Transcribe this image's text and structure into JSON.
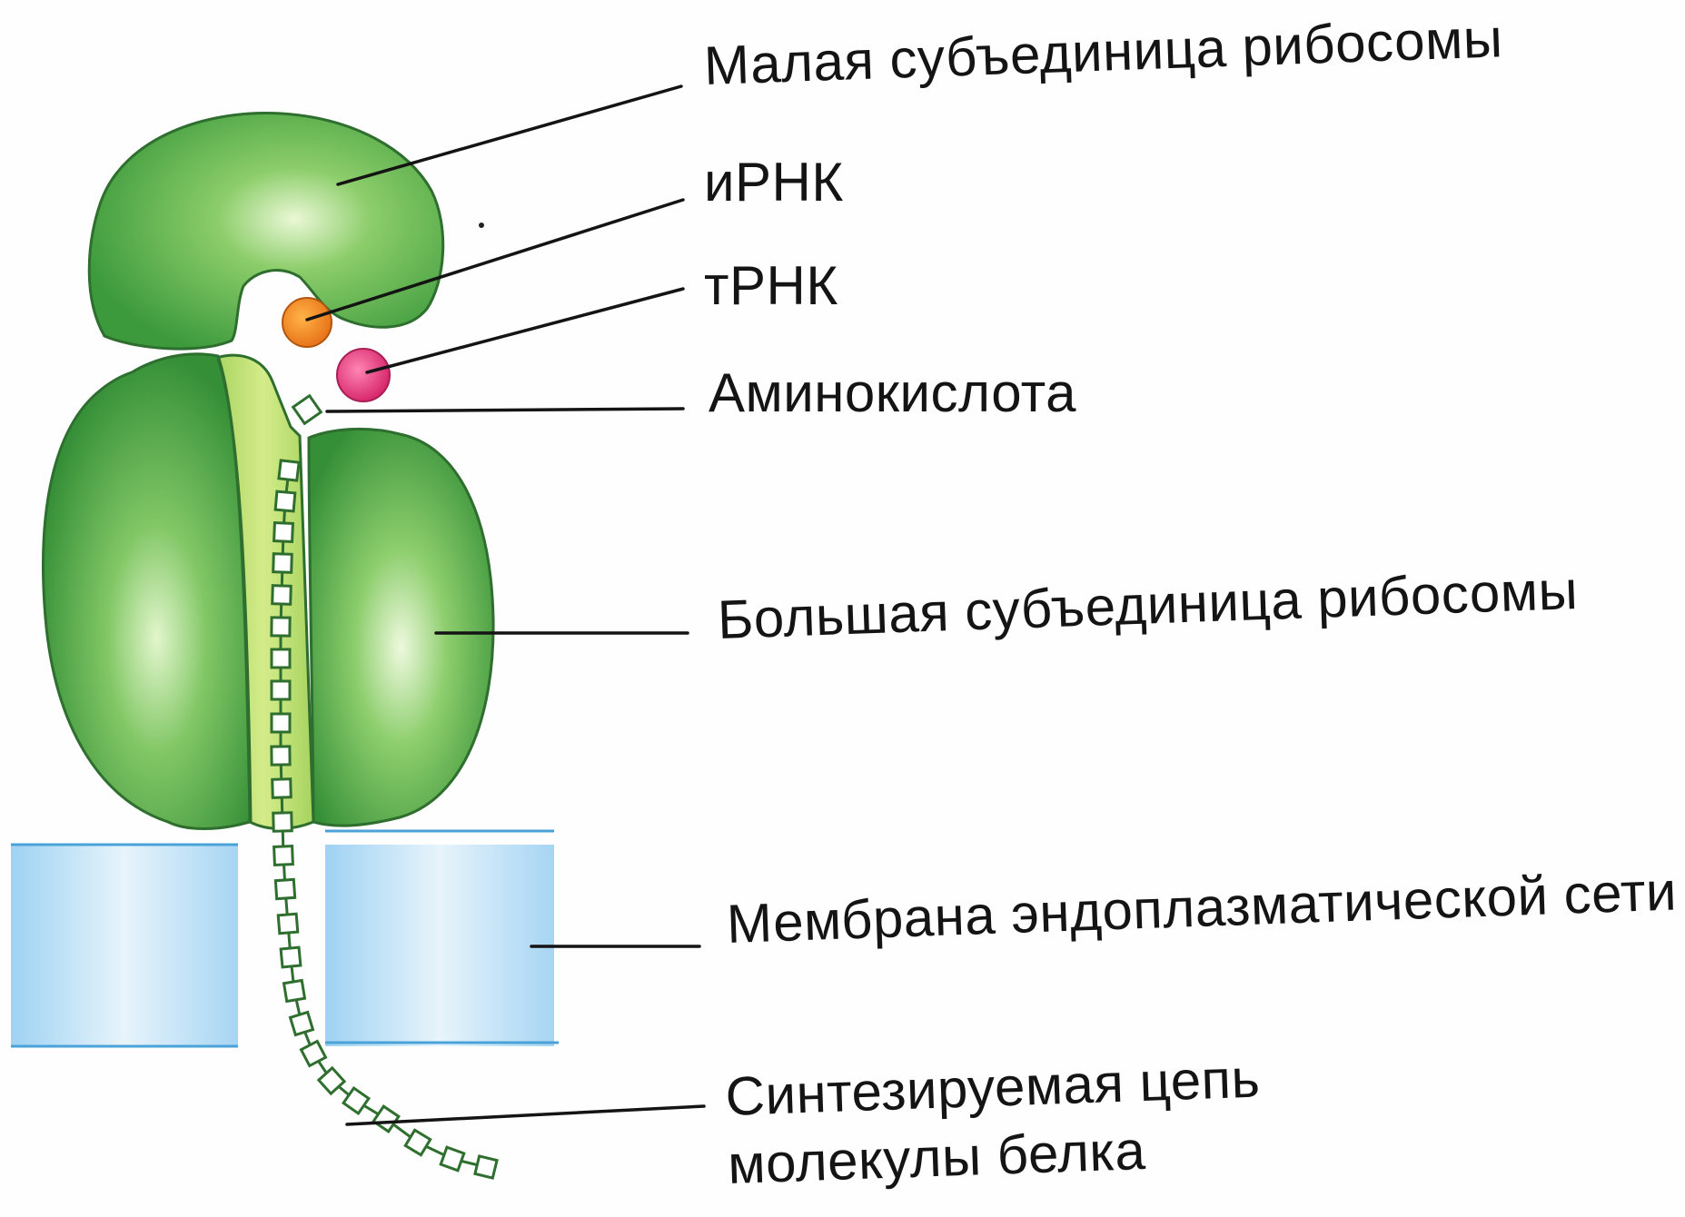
{
  "labels": {
    "small_subunit": "Малая субъединица рибосомы",
    "mrna": "иРНК",
    "trna": "тРНК",
    "amino_acid": "Аминокислота",
    "large_subunit": "Большая субъединица рибосомы",
    "er_membrane": "Мембрана эндоплазматической сети",
    "protein_chain_line1": "Синтезируемая цепь",
    "protein_chain_line2": "молекулы белка"
  },
  "colors": {
    "ribosome_green": "#3c9a3c",
    "ribosome_light": "#e0f5c8",
    "channel_green": "#c6e57a",
    "mrna_orange": "#f08a1e",
    "trna_pink": "#e2387c",
    "membrane_blue": "#7fc0ec",
    "leader_line": "#141414"
  }
}
